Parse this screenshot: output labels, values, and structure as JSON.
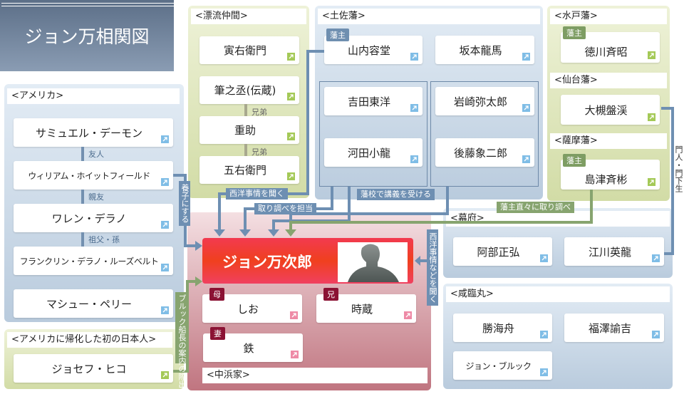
{
  "title": "ジョン万相関図",
  "america": {
    "header": "<アメリカ>",
    "items": [
      "サミュエル・デーモン",
      "ウィリアム・ホイットフィールド",
      "ワレン・デラノ",
      "フランクリン・デラノ・ルーズベルト",
      "マシュー・ペリー"
    ],
    "relations": [
      "友人",
      "親友",
      "祖父・孫"
    ]
  },
  "naturalized": {
    "header": "<アメリカに帰化した初の日本人>",
    "items": [
      "ジョセフ・ヒコ"
    ]
  },
  "drift": {
    "header": "<漂流仲間>",
    "items": [
      "寅右衛門",
      "筆之丞(伝蔵)",
      "重助",
      "五右衛門"
    ],
    "relations": [
      "兄弟",
      "兄弟"
    ]
  },
  "tosa": {
    "header": "<土佐藩>",
    "items": [
      "山内容堂",
      "坂本龍馬",
      "吉田東洋",
      "岩崎弥太郎",
      "河田小龍",
      "後藤象二郎"
    ],
    "badge": "藩主"
  },
  "mito": {
    "header": "<水戸藩>",
    "items": [
      "徳川斉昭"
    ],
    "badge": "藩主"
  },
  "sendai": {
    "header": "<仙台藩>",
    "items": [
      "大槻盤渓"
    ]
  },
  "satsuma": {
    "header": "<薩摩藩>",
    "items": [
      "島津斉彬"
    ],
    "badge": "藩主"
  },
  "bakufu": {
    "header": "<幕府>",
    "items": [
      "阿部正弘",
      "江川英龍"
    ]
  },
  "kanrin": {
    "header": "<咸臨丸>",
    "items": [
      "勝海舟",
      "福澤諭吉",
      "ジョン・ブルック"
    ]
  },
  "nakahama": {
    "header": "<中浜家>",
    "main": "ジョン万次郎",
    "items": [
      {
        "badge": "母",
        "name": "しお"
      },
      {
        "badge": "兄",
        "name": "時蔵"
      },
      {
        "badge": "妻",
        "name": "鉄"
      }
    ]
  },
  "links": {
    "adopt": "養子にする",
    "western": "西洋事情を聞く",
    "interrogate": "取り調べを担当",
    "lecture": "藩校で講義を受ける",
    "lord_interrogate": "藩主直々に取り調べ",
    "western_etc": "西洋事情などを聞く",
    "brooke": "ブルック船長の案内の際出会う",
    "disciple": "門人・門下生"
  },
  "colors": {
    "blue_tag": "#6e8fb2",
    "green_tag": "#87a46f",
    "john": "#f0401e",
    "badge_family": "#8b1234"
  },
  "icons": {
    "link": "external-link-icon"
  }
}
